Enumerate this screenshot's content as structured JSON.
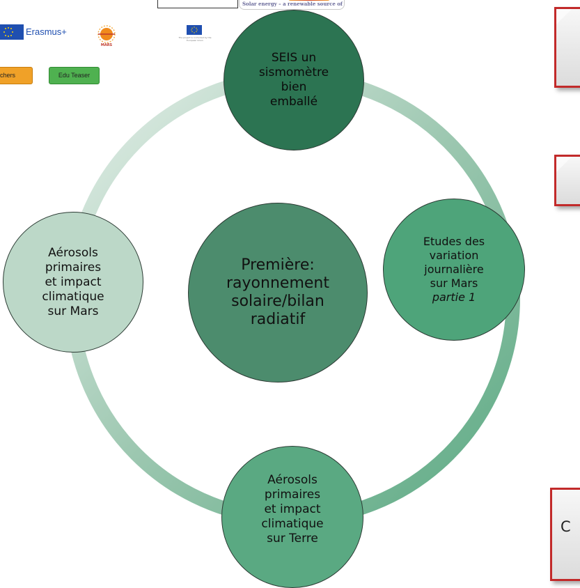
{
  "header": {
    "solar_tagline": "Solar energy – a renewable source of energy",
    "erasmus_label": "Erasmus+",
    "eu_cofund_text": "The project is co-funded by the European Union",
    "mars_logo_text": "MARS",
    "buttons": {
      "teachers_label": "achers",
      "edu_teaser_label": "Edu Teaser"
    }
  },
  "diagram": {
    "center": {
      "lines": [
        "Première:",
        "rayonnement",
        "solaire/bilan",
        "radiatif"
      ]
    },
    "top": {
      "lines": [
        "SEIS un",
        "sismomètre",
        "bien",
        "emballé"
      ]
    },
    "right": {
      "lines": [
        "Etudes des",
        "variation",
        "journalière",
        "sur Mars"
      ],
      "italic_line": "partie 1"
    },
    "bottom": {
      "lines": [
        "Aérosols",
        "primaires",
        "et impact",
        "climatique",
        "sur Terre"
      ]
    },
    "left": {
      "lines": [
        "Aérosols",
        "primaires",
        "et impact",
        "climatique",
        "sur Mars"
      ]
    }
  },
  "cards": {
    "card_3_label": "C"
  },
  "colors": {
    "ring_gradient": [
      "#e4efe8",
      "#5aa982"
    ],
    "card_border": "#c22a2a",
    "erasmus_blue": "#1f4fb0"
  }
}
